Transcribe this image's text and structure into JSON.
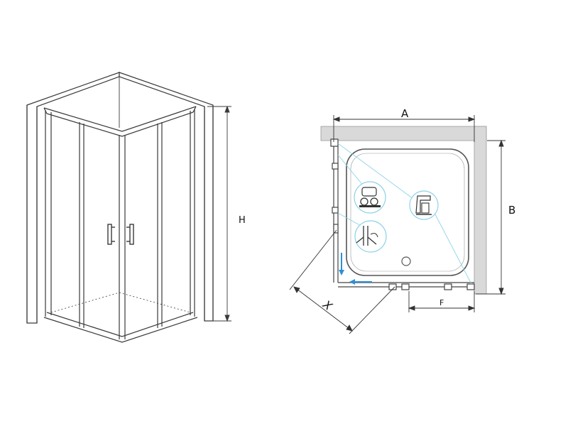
{
  "perspective_view": {
    "height_label": "H"
  },
  "plan_view": {
    "width_label": "A",
    "depth_label": "B",
    "entry_label": "X",
    "door_label": "F"
  },
  "colors": {
    "line": "#3a3a3a",
    "wall": "#d9d9d9",
    "accent": "#2e8fd6",
    "callout": "#8fd3e8"
  }
}
